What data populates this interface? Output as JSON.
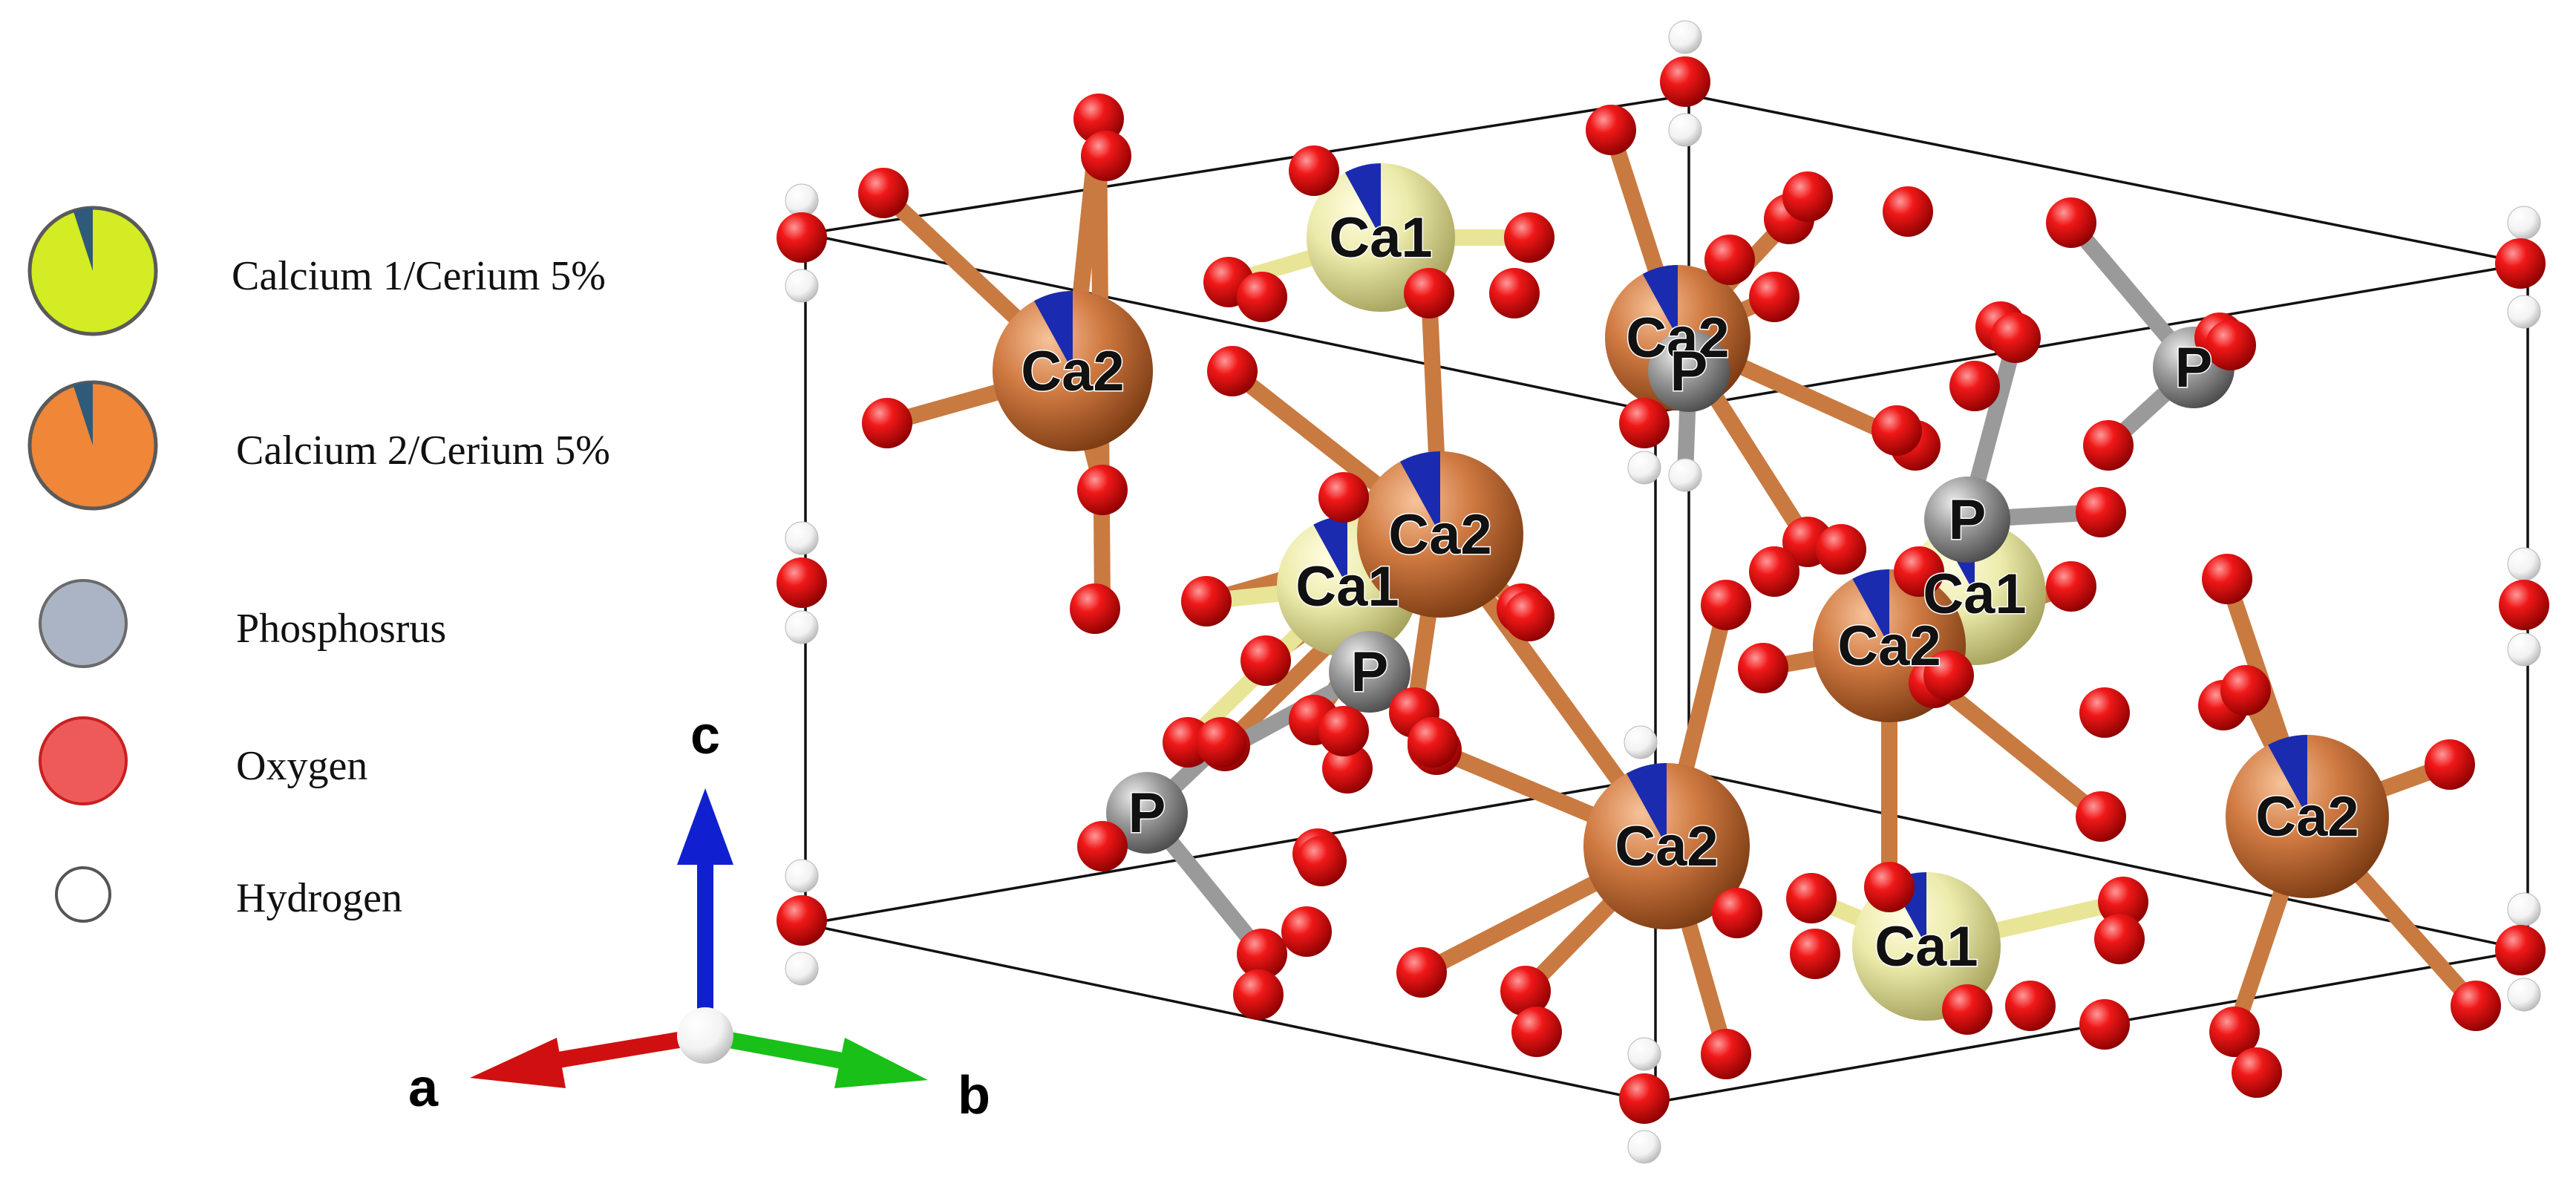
{
  "legend": {
    "items": [
      {
        "key": "ca1",
        "label": "Calcium 1/Cerium 5%",
        "color": "#d4ec23",
        "ce_fraction": 0.05,
        "ce_color": "#2f5a7a"
      },
      {
        "key": "ca2",
        "label": "Calcium 2/Cerium 5%",
        "color": "#f08637",
        "ce_fraction": 0.05,
        "ce_color": "#2f5a7a"
      },
      {
        "key": "p",
        "label": "Phosphosrus",
        "color": "#aab4c4"
      },
      {
        "key": "o",
        "label": "Oxygen",
        "color": "#ee5a5a"
      },
      {
        "key": "h",
        "label": "Hydrogen",
        "color": "#ffffff"
      }
    ]
  },
  "axes": {
    "a": "a",
    "b": "b",
    "c": "c"
  },
  "atom_labels": {
    "ca1": "Ca1",
    "ca2": "Ca2",
    "p": "P"
  },
  "colors": {
    "ca1": "#e8e596",
    "ca2": "#c8733c",
    "p": "#8c8c8c",
    "o": "#e01010",
    "h": "#ffffff",
    "ce_wedge": "#1a2bb0",
    "cell_edge": "#111111",
    "axis_a": "#d01010",
    "axis_b": "#18c018",
    "axis_c": "#1020d0"
  }
}
